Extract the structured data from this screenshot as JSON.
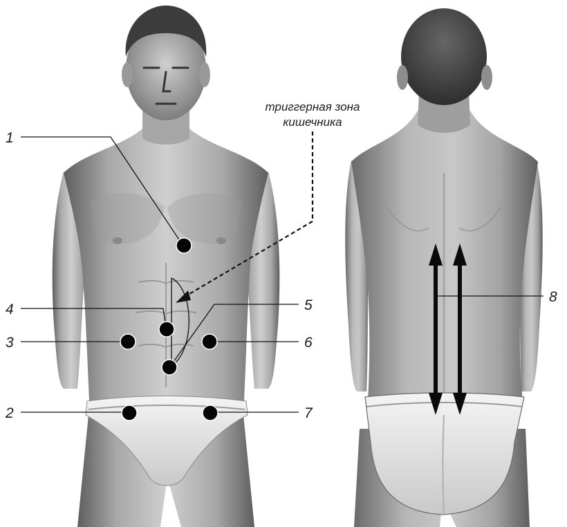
{
  "callout": {
    "line1": "триггерная зона",
    "line2": "кишечника"
  },
  "labels": {
    "n1": "1",
    "n2": "2",
    "n3": "3",
    "n4": "4",
    "n5": "5",
    "n6": "6",
    "n7": "7",
    "n8": "8"
  },
  "colors": {
    "skin_light": "#dcdcdc",
    "skin_mid": "#a9a9a9",
    "skin_dark": "#6e6e6e",
    "hair": "#3a3a3a",
    "briefs": "#e8e8e8",
    "marker": "#050505"
  }
}
